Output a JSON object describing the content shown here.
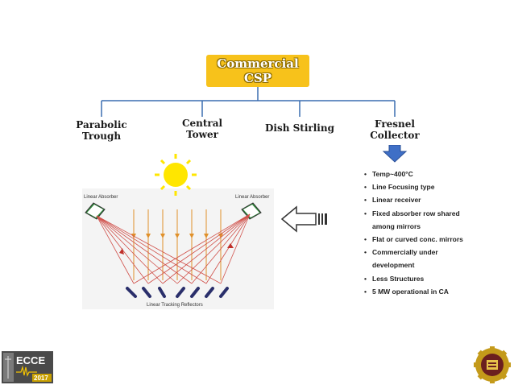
{
  "title": {
    "line1": "Commercial",
    "line2": "CSP"
  },
  "branches": [
    {
      "line1": "Parabolic",
      "line2": "Trough"
    },
    {
      "line1": "Central",
      "line2": "Tower"
    },
    {
      "line1": "Dish Stirling",
      "line2": ""
    },
    {
      "line1": "Fresnel",
      "line2": "Collector"
    }
  ],
  "diagram_labels": {
    "left_absorber": "Linear Absorber",
    "right_absorber": "Linear Absorber",
    "reflectors": "Linear Tracking Reflectors"
  },
  "bullets": [
    "Temp~400°C",
    "Line Focusing type",
    "Linear receiver",
    "Fixed absorber row shared",
    "among mirrors",
    "Flat or curved conc. mirrors",
    "Commercially under",
    "development",
    "Less Structures",
    "5 MW operational in CA"
  ],
  "bullet_markers": [
    "•",
    "•",
    "•",
    "•",
    "",
    "•",
    "•",
    "",
    "•",
    "•"
  ],
  "logo_left": {
    "name": "ECCE",
    "year": "2017"
  },
  "colors": {
    "root_fill": "#f7c21b",
    "connector": "#3a6db0",
    "down_arrow": "#3f6fc6",
    "sun": "#ffe600"
  }
}
